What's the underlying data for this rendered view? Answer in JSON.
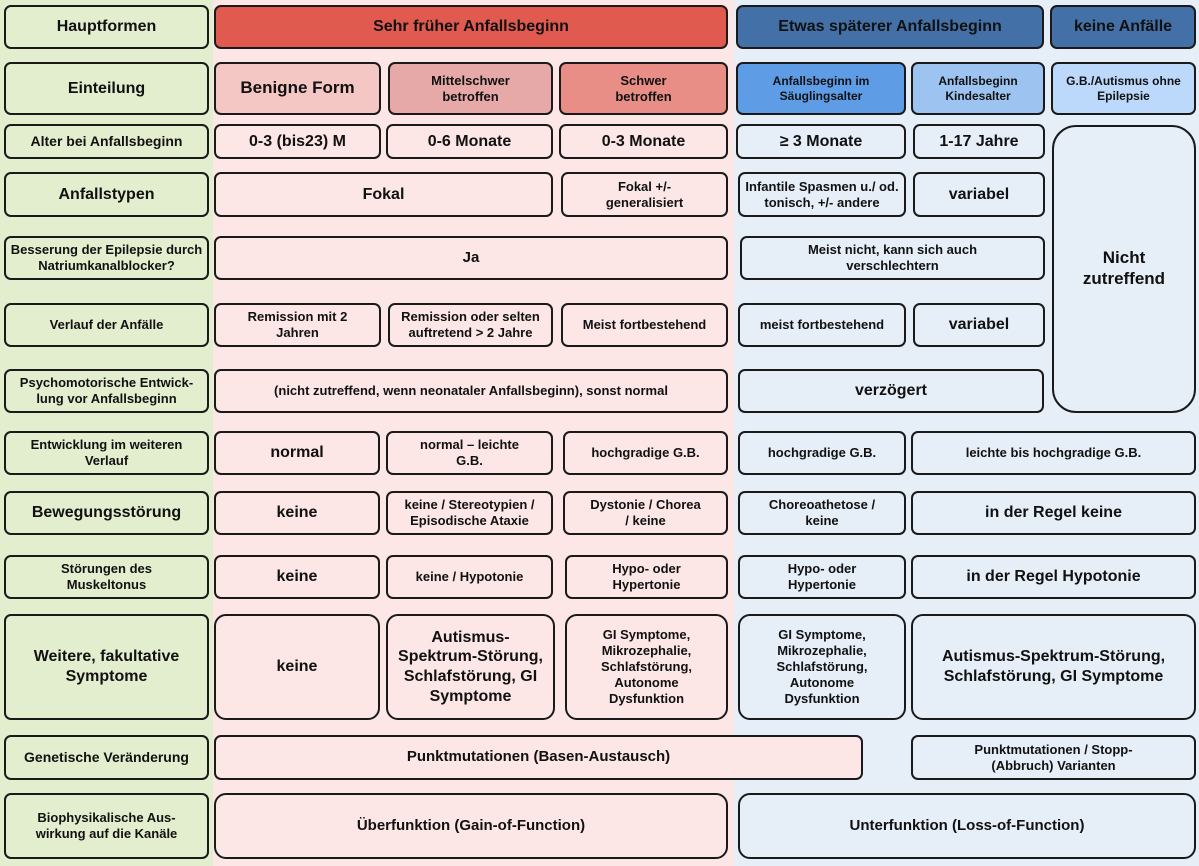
{
  "colors": {
    "label_column_bg": "#e3eecf",
    "early_section_bg": "#fce7e6",
    "later_section_bg": "#e6eef8",
    "header_red": "#e05a4f",
    "header_dark_blue": "#4371a7",
    "subheader_pink_light": "#f4c6c4",
    "subheader_pink_mid": "#e7a9a7",
    "subheader_pink_dark": "#e98e86",
    "subheader_blue_mid": "#5f9ce6",
    "subheader_blue_light": "#9dc3f0",
    "subheader_blue_pale": "#bcd8fa",
    "border": "#1a1a1a"
  },
  "header": {
    "hauptformen": "Hauptformen",
    "sehr_frueher": "Sehr früher Anfallsbeginn",
    "etwas_spaeterer": "Etwas späterer Anfallsbeginn",
    "keine_anfaelle": "keine Anfälle"
  },
  "einteilung": {
    "label": "Einteilung",
    "benigne": "Benigne Form",
    "mittelschwer": "Mittelschwer betroffen",
    "schwer": "Schwer betroffen",
    "saeugling": "Anfallsbeginn im Säuglingsalter",
    "kindesalter": "Anfallsbeginn Kindesalter",
    "gb_autismus": "G.B./Autismus ohne Epilepsie"
  },
  "alter": {
    "label": "Alter bei Anfallsbeginn",
    "c1": "0-3 (bis23) M",
    "c2": "0-6 Monate",
    "c3": "0-3 Monate",
    "c4": "≥ 3 Monate",
    "c5": "1-17 Jahre"
  },
  "nicht_zutreffend": "Nicht zutreffend",
  "anfallstypen": {
    "label": "Anfallstypen",
    "fokal": "Fokal",
    "fokal_gen": "Fokal +/- generalisiert",
    "infantile": "Infantile Spasmen u./ od. tonisch, +/- andere",
    "variabel": "variabel"
  },
  "besserung": {
    "label": "Besserung der Epilepsie durch Natriumkanalblocker?",
    "ja": "Ja",
    "meist_nicht": "Meist nicht, kann sich auch verschlechtern"
  },
  "verlauf": {
    "label": "Verlauf der Anfälle",
    "c1": "Remission mit 2 Jahren",
    "c2": "Remission oder selten auftretend > 2 Jahre",
    "c3": "Meist fortbestehend",
    "c4": "meist fortbestehend",
    "c5": "variabel"
  },
  "psycho": {
    "label": "Psychomotorische Entwick-lung vor Anfallsbeginn",
    "early": "(nicht zutreffend, wenn neonataler Anfallsbeginn), sonst normal",
    "later": "verzögert"
  },
  "entwicklung": {
    "label": "Entwicklung im weiteren Verlauf",
    "c1": "normal",
    "c2": "normal – leichte G.B.",
    "c3": "hochgradige G.B.",
    "c4": "hochgradige G.B.",
    "c5": "leichte bis hochgradige G.B."
  },
  "bewegung": {
    "label": "Bewegungsstörung",
    "c1": "keine",
    "c2": "keine / Stereotypien / Episodische Ataxie",
    "c3": "Dystonie / Chorea / keine",
    "c4": "Choreoathetose / keine",
    "c5": "in der Regel keine"
  },
  "muskeltonus": {
    "label": "Störungen des Muskeltonus",
    "c1": "keine",
    "c2": "keine / Hypotonie",
    "c3": "Hypo- oder Hypertonie",
    "c4": "Hypo- oder Hypertonie",
    "c5": "in der Regel Hypotonie"
  },
  "weitere": {
    "label": "Weitere, fakultative Symptome",
    "c1": "keine",
    "c2": "Autismus-Spektrum-Störung, Schlafstörung, GI Symptome",
    "c3": "GI Symptome, Mikrozephalie, Schlafstörung, Autonome Dysfunktion",
    "c4": "GI Symptome, Mikrozephalie, Schlafstörung, Autonome Dysfunktion",
    "c5": "Autismus-Spektrum-Störung, Schlafstörung, GI Symptome"
  },
  "genetik": {
    "label": "Genetische Veränderung",
    "early": "Punktmutationen (Basen-Austausch)",
    "later": "Punktmutationen / Stopp-(Abbruch) Varianten"
  },
  "biophysik": {
    "label": "Biophysikalische Aus-wirkung auf die Kanäle",
    "early": "Überfunktion (Gain-of-Function)",
    "later": "Unterfunktion (Loss-of-Function)"
  }
}
